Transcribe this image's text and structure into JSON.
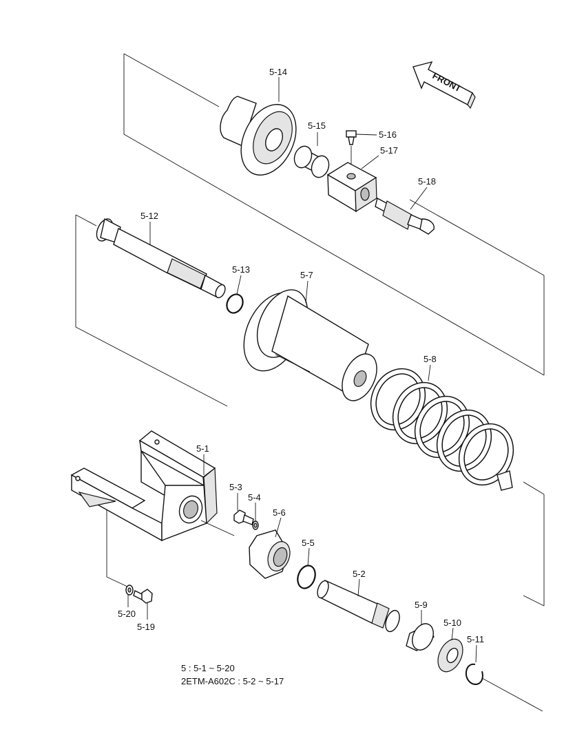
{
  "front_arrow_label": "FRONT",
  "labels": {
    "p5_14": "5-14",
    "p5_15": "5-15",
    "p5_16": "5-16",
    "p5_17": "5-17",
    "p5_18": "5-18",
    "p5_12": "5-12",
    "p5_13": "5-13",
    "p5_7": "5-7",
    "p5_8": "5-8",
    "p5_1": "5-1",
    "p5_3": "5-3",
    "p5_4": "5-4",
    "p5_6": "5-6",
    "p5_5": "5-5",
    "p5_2": "5-2",
    "p5_9": "5-9",
    "p5_10": "5-10",
    "p5_11": "5-11",
    "p5_20": "5-20",
    "p5_19": "5-19"
  },
  "notes": {
    "line1": "5 : 5-1 ~ 5-20",
    "line2": "2ETM-A602C : 5-2 ~ 5-17"
  }
}
